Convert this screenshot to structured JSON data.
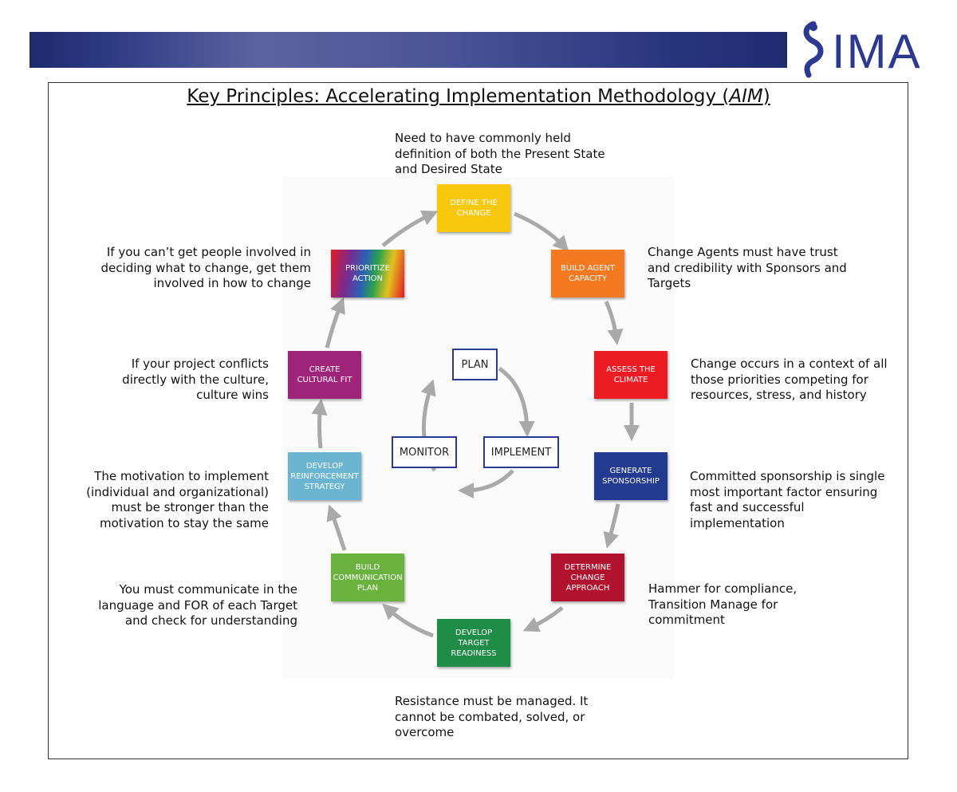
{
  "logo": {
    "text": "IMA"
  },
  "title": {
    "text": "Key Principles: Accelerating Implementation Methodology (",
    "accent": "AIM",
    "close": ")"
  },
  "cycle": {
    "define": "DEFINE THE CHANGE",
    "build_agent": "BUILD AGENT CAPACITY",
    "assess": "ASSESS THE CLIMATE",
    "generate": "GENERATE SPONSORSHIP",
    "determine": "DETERMINE CHANGE APPROACH",
    "develop_target": "DEVELOP TARGET READINESS",
    "build_comm": "BUILD COMMUNICATION PLAN",
    "develop_reinf": "DEVELOP REINFORCEMENT STRATEGY",
    "create_cultural": "CREATE CULTURAL FIT",
    "prioritize": "PRIORITIZE ACTION"
  },
  "inner": {
    "plan": "PLAN",
    "implement": "IMPLEMENT",
    "monitor": "MONITOR"
  },
  "notes": {
    "define": "Need to have commonly held definition of both the Present State and Desired State",
    "build_agent": "Change Agents must have trust and credibility with Sponsors and Targets",
    "assess": "Change occurs in a context of all those priorities competing for resources, stress, and history",
    "generate": "Committed sponsorship is single most important factor ensuring fast and successful implementation",
    "determine": "Hammer for compliance, Transition Manage for commitment",
    "develop_target": "Resistance must be managed. It cannot be combated, solved, or overcome",
    "build_comm": "You must communicate in the language and FOR of each Target and check for understanding",
    "develop_reinf": "The motivation to implement (individual and organizational) must be stronger than the motivation to stay the same",
    "create_cultural": "If your project conflicts directly with the culture, culture wins",
    "prioritize": "If you can’t get people involved in deciding what to change, get them involved in how to change"
  },
  "colors": {
    "brand": "#2b3990",
    "define": "#f9c80e",
    "build_agent": "#f47920",
    "assess": "#ed1c24",
    "generate": "#223a8f",
    "determine": "#b1122e",
    "develop_target": "#1f8c47",
    "build_comm": "#6ab23e",
    "develop_reinf": "#6bb5d2",
    "create_cultural": "#a0237a",
    "arrow": "#a9a9a9"
  }
}
